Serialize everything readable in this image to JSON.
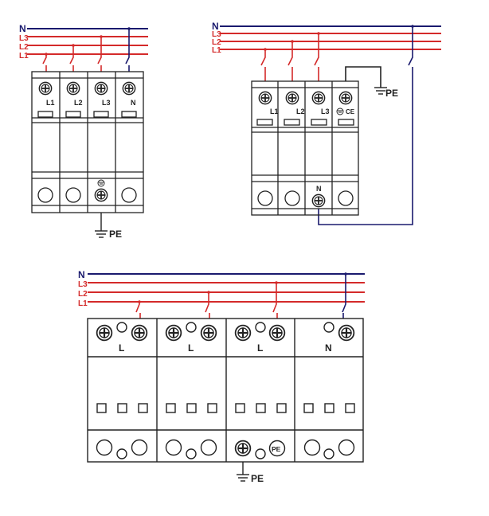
{
  "colors": {
    "neutral": "#1a1a6e",
    "phase": "#d42a2a",
    "outline": "#222222",
    "background": "#ffffff"
  },
  "line_labels": {
    "n": "N",
    "l3": "L3",
    "l2": "L2",
    "l1": "L1"
  },
  "ground_label": "PE",
  "icons": [
    "screw-terminal-icon",
    "ground-symbol-icon",
    "ce-mark-icon",
    "switch-contact-icon"
  ],
  "diagram_a": {
    "terminal_labels": [
      "L1",
      "L2",
      "L3",
      "N"
    ],
    "ground": "PE"
  },
  "diagram_b": {
    "terminal_labels": [
      "L1",
      "L2",
      "L3"
    ],
    "ce_mark": "CE",
    "bottom_label": "N",
    "ground": "PE"
  },
  "diagram_c": {
    "module_labels": [
      "L",
      "L",
      "L",
      "N"
    ],
    "pe_terminal": "PE",
    "ground": "PE"
  }
}
